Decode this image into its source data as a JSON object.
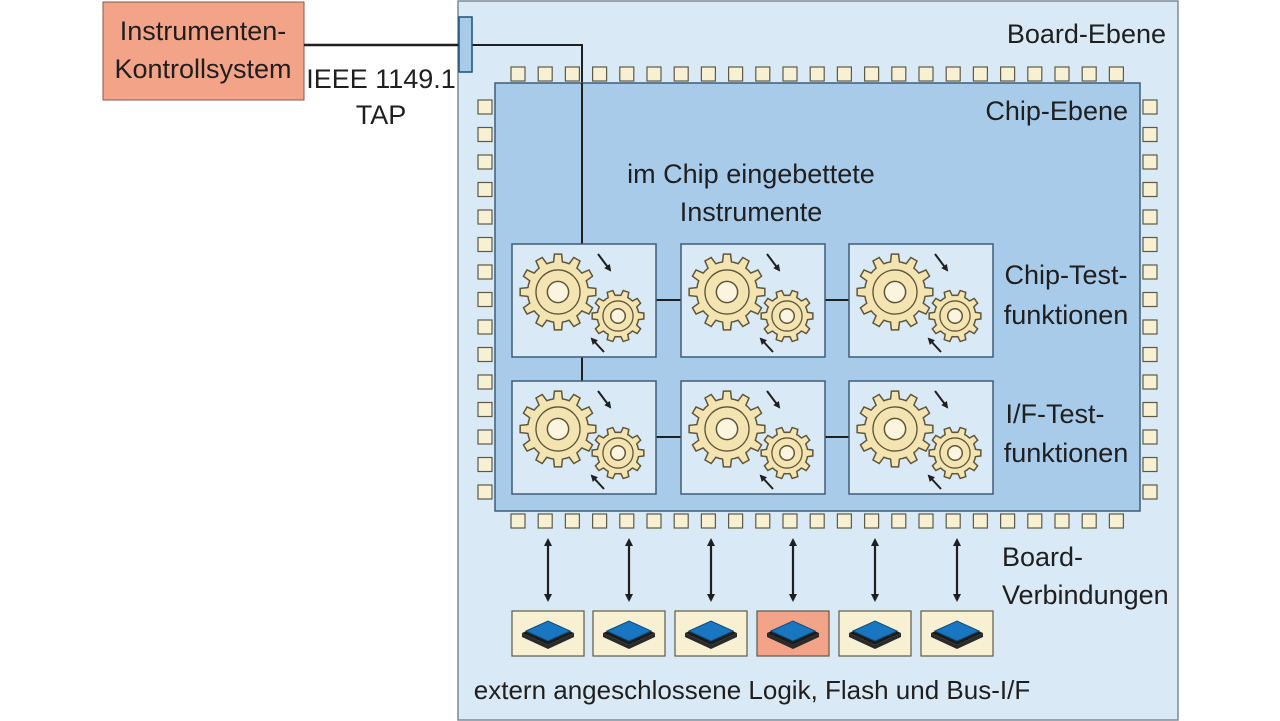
{
  "labels": {
    "control_system_line1": "Instrumenten-",
    "control_system_line2": "Kontrollsystem",
    "tap_line1": "IEEE 1149.1",
    "tap_line2": "TAP",
    "board_level": "Board-Ebene",
    "chip_level": "Chip-Ebene",
    "embedded_line1": "im Chip eingebettete",
    "embedded_line2": "Instrumente",
    "chip_test_line1": "Chip-Test-",
    "chip_test_line2": "funktionen",
    "if_test_line1": "I/F-Test-",
    "if_test_line2": "funktionen",
    "board_conn_line1": "Board-",
    "board_conn_line2": "Verbindungen",
    "external": "extern angeschlossene Logik, Flash und Bus-I/F"
  },
  "colors": {
    "control_box": "#f3a488",
    "board": "#d9e9f5",
    "chip": "#a8cbea",
    "instrument_cell": "#d9e9f5",
    "pin": "#f7f0d2",
    "gear": "#f4e4b2",
    "device_bg": "#f7f0d2",
    "device_highlight": "#f3a488",
    "device_chip": "#1877c0"
  },
  "icons": {
    "instrument": "gear-pair-icon",
    "device": "ic-package-icon",
    "connection": "double-arrow-icon"
  }
}
